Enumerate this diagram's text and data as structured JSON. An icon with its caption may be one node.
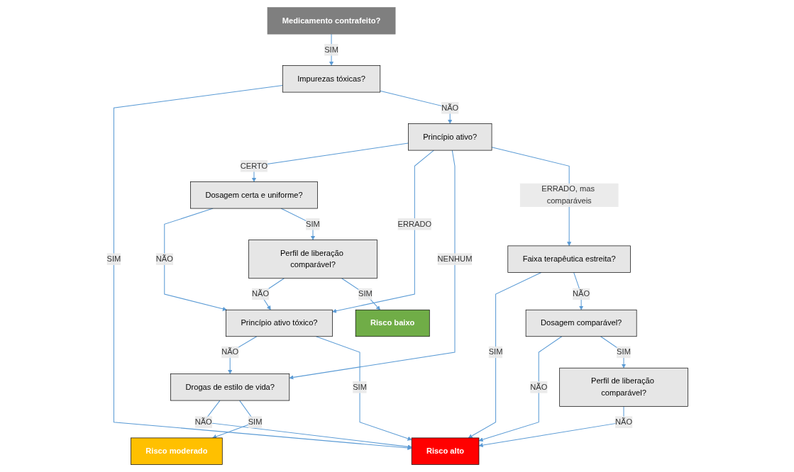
{
  "diagram": {
    "nodes": [
      {
        "text": [
          "Medicamento contrafeito?"
        ]
      },
      {
        "text": [
          "Impurezas tóxicas?"
        ]
      },
      {
        "text": [
          "Princípio ativo?"
        ]
      },
      {
        "text": [
          "Dosagem certa e uniforme?"
        ]
      },
      {
        "text": [
          "Princípio ativo tóxico?"
        ]
      },
      {
        "text": [
          "Faixa terapêutica estreita?"
        ]
      },
      {
        "text": [
          "Perfil de liberação comparável?"
        ]
      },
      {
        "text": [
          "Drogas de estilo de vida?"
        ]
      },
      {
        "text": [
          "Dosagem comparável?"
        ]
      },
      {
        "text": [
          "Risco baixo"
        ]
      },
      {
        "text": [
          "Risco moderado"
        ]
      },
      {
        "text": [
          "Perfil de liberação comparável?"
        ]
      },
      {
        "text": [
          "Risco alto"
        ]
      }
    ],
    "edges": [
      {
        "from": 0,
        "to": 1,
        "arrow": "to",
        "label": "SIM"
      },
      {
        "from": 1,
        "to": 12,
        "arrow": "to",
        "label": "SIM"
      },
      {
        "from": 1,
        "to": 2,
        "arrow": "to",
        "label": "NÃO"
      },
      {
        "from": 2,
        "to": 3,
        "arrow": "to",
        "label": "CERTO"
      },
      {
        "from": 2,
        "to": 4,
        "arrow": "to",
        "label": "ERRADO"
      },
      {
        "from": 2,
        "to": 7,
        "arrow": "to",
        "label": "NENHUM"
      },
      {
        "from": 2,
        "to": 5,
        "arrow": "to",
        "label": "ERRADO, mas comparáveis"
      },
      {
        "from": 3,
        "to": 4,
        "arrow": "to",
        "label": "NÃO"
      },
      {
        "from": 3,
        "to": 6,
        "arrow": "to",
        "label": "SIM"
      },
      {
        "from": 6,
        "to": 4,
        "arrow": "to",
        "label": "NÃO"
      },
      {
        "from": 6,
        "to": 9,
        "arrow": "to",
        "label": "SIM"
      },
      {
        "from": 4,
        "to": 7,
        "arrow": "to",
        "label": "NÃO"
      },
      {
        "from": 4,
        "to": 12,
        "arrow": "to",
        "label": "SIM"
      },
      {
        "from": 7,
        "to": 12,
        "arrow": "to",
        "label": "NÃO"
      },
      {
        "from": 7,
        "to": 10,
        "arrow": "to",
        "label": "SIM"
      },
      {
        "from": 5,
        "to": 12,
        "arrow": "to",
        "label": "SIM"
      },
      {
        "from": 5,
        "to": 8,
        "arrow": "to",
        "label": "NÃO"
      },
      {
        "from": 8,
        "to": 12,
        "arrow": "to",
        "label": "NÃO"
      },
      {
        "from": 8,
        "to": 11,
        "arrow": "to",
        "label": "SIM"
      },
      {
        "from": 11,
        "to": 12,
        "arrow": "to",
        "label": "NÃO"
      }
    ]
  }
}
